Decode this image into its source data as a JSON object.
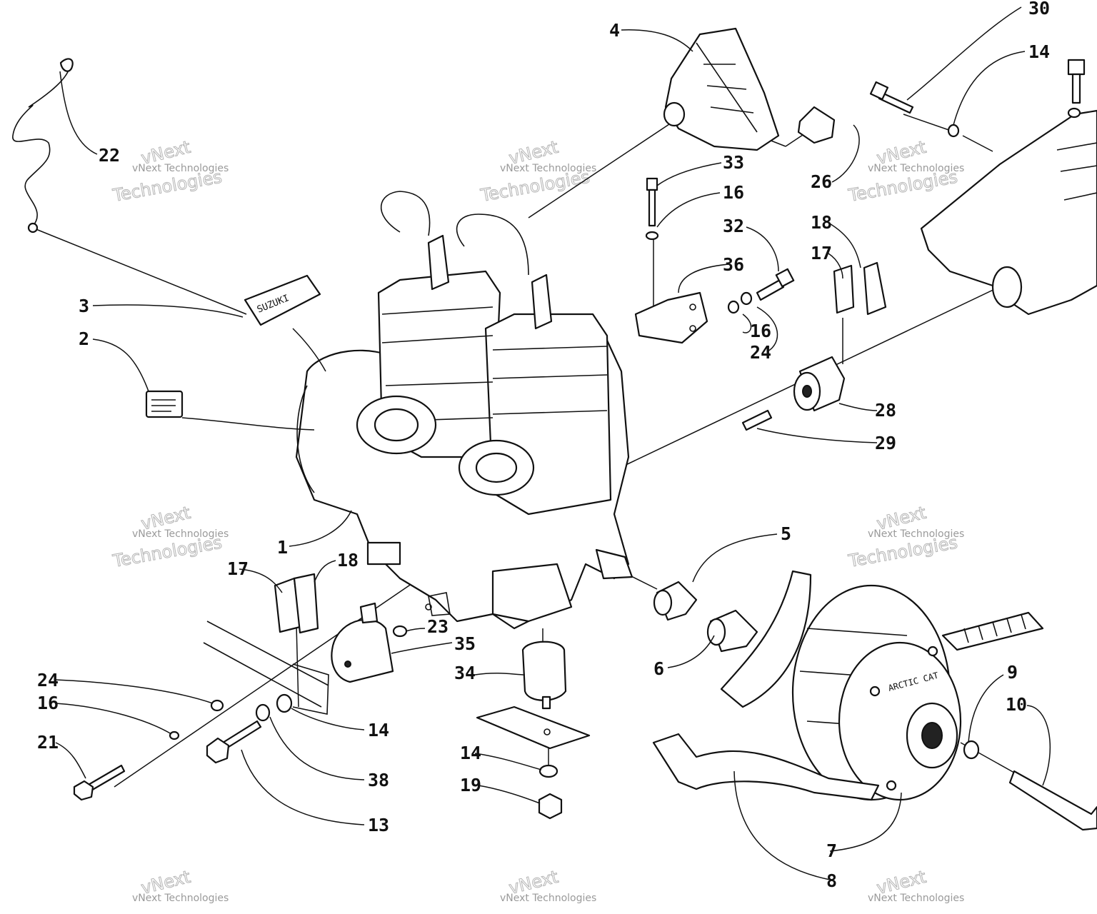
{
  "watermark": {
    "brand": "vNext Technologies",
    "brand_short": "vNext",
    "brand_word": "Technologies",
    "color": "#9a9a9a"
  },
  "parts": {
    "engine": "1",
    "decal_small": "2",
    "decal_large": "3",
    "engine_bracket_top": "4",
    "bushing_5": "5",
    "bushing_6": "6",
    "drive_clutch": "7",
    "drive_belt": "8",
    "washer_9": "9",
    "clutch_bolt": "10",
    "bolt_13": "13",
    "washer_14": "14",
    "lock_washer_16": "16",
    "shim_17": "17",
    "shim_18": "18",
    "nut_19": "19",
    "bolt_21": "21",
    "cable_22": "22",
    "washer_23": "23",
    "washer_24": "24",
    "clip_26": "26",
    "mount_28": "28",
    "stud_29": "29",
    "bracket_30": "30",
    "bolt_32": "32",
    "cap_screw_33": "33",
    "mount_34": "34",
    "mount_35": "35",
    "bracket_36": "36",
    "washer_38": "38"
  },
  "engine_markings": {
    "decal_brand": "SUZUKI",
    "clutch_brand": "ARCTIC CAT"
  }
}
